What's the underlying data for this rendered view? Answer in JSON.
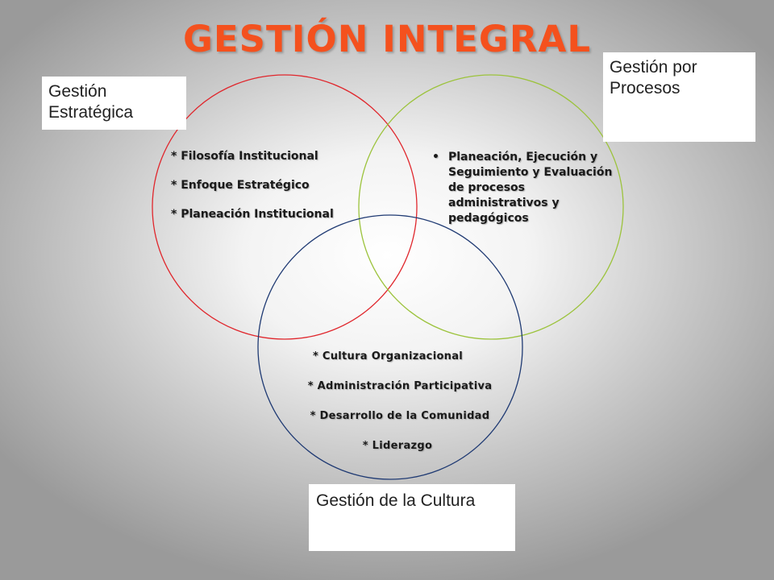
{
  "title": "GESTIÓN INTEGRAL",
  "colors": {
    "title": "#f4511e",
    "circle_estrategica": "#e0262c",
    "circle_procesos": "#9cc33c",
    "circle_cultura": "#1f3a73"
  },
  "labels": {
    "estrategica": "Gestión Estratégica",
    "procesos": "Gestión por Procesos",
    "cultura": "Gestión de la Cultura"
  },
  "estrategica_items": [
    "* Filosofía Institucional",
    "* Enfoque Estratégico",
    "* Planeación Institucional"
  ],
  "procesos_bullet": "•",
  "procesos_item": "Planeación, Ejecución y Seguimiento y Evaluación de procesos administrativos y pedagógicos",
  "cultura_items": [
    "* Cultura Organizacional",
    "* Administración Participativa",
    "* Desarrollo de la Comunidad",
    "* Liderazgo"
  ]
}
